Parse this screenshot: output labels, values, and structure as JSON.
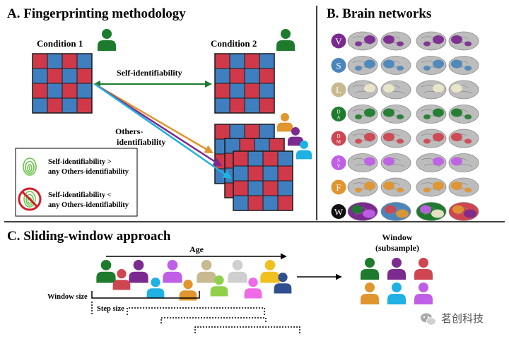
{
  "panel_a": {
    "title": "A. Fingerprinting methodology",
    "condition1": "Condition 1",
    "condition2": "Condition 2",
    "self_label": "Self-identifiability",
    "others_label_1": "Others-",
    "others_label_2": "identifiability",
    "legend": {
      "row1_line1": "Self-identifiability >",
      "row1_line2": "any Others-identifiability",
      "row2_line1": "Self-identifiability <",
      "row2_line2": "any Others-identifiability"
    }
  },
  "panel_b": {
    "title": "B.  Brain networks",
    "networks": [
      {
        "letter": "V",
        "sub": "",
        "color": "#7b2a8f",
        "label_color": "#ffffff",
        "highlight": "#7b2a8f"
      },
      {
        "letter": "S",
        "sub": "",
        "color": "#4a86bb",
        "label_color": "#ffffff",
        "highlight": "#4a86bb"
      },
      {
        "letter": "L",
        "sub": "",
        "color": "#c8b98f",
        "label_color": "#ffffff",
        "highlight": "#ece6c8"
      },
      {
        "letter": "D",
        "sub": "A",
        "color": "#1e7b2d",
        "label_color": "#ffffff",
        "highlight": "#1e7b2d"
      },
      {
        "letter": "D",
        "sub": "M",
        "color": "#cf4550",
        "label_color": "#ffffff",
        "highlight": "#cf4550"
      },
      {
        "letter": "S",
        "sub": "V",
        "color": "#bf5fe6",
        "label_color": "#ffffff",
        "highlight": "#bf5fe6"
      },
      {
        "letter": "F",
        "sub": "",
        "color": "#e0952e",
        "label_color": "#ffffff",
        "highlight": "#e0952e"
      },
      {
        "letter": "W",
        "sub": "",
        "color": "#111111",
        "label_color": "#ffffff",
        "highlight": "multi"
      }
    ]
  },
  "panel_c": {
    "title": "C. Sliding-window approach",
    "age_label": "Age",
    "window_size_label": "Window size",
    "step_size_label": "Step size",
    "window_label_1": "Window",
    "window_label_2": "(subsample)",
    "people_colors": [
      "#1e7b2d",
      "#cf4550",
      "#7b2a8f",
      "#1fb1e4",
      "#bf5fe6",
      "#e0952e",
      "#c8b98f",
      "#8fcf4a",
      "#cfcfcf",
      "#f06ae8",
      "#f0c020",
      "#2f4f8f"
    ],
    "window_people_colors": [
      "#1e7b2d",
      "#7b2a8f",
      "#cf4550",
      "#e0952e",
      "#1fb1e4",
      "#bf5fe6"
    ]
  },
  "watermark": "茗创科技",
  "colors": {
    "matrix_red": "#d0394a",
    "matrix_blue": "#3f7fbf",
    "self_arrow": "#1e7b2d",
    "others_arrow_orange": "#e0952e",
    "others_arrow_purple": "#7b2a8f",
    "others_arrow_cyan": "#1fb1e4",
    "brain_gray": "#bdbdbd"
  }
}
